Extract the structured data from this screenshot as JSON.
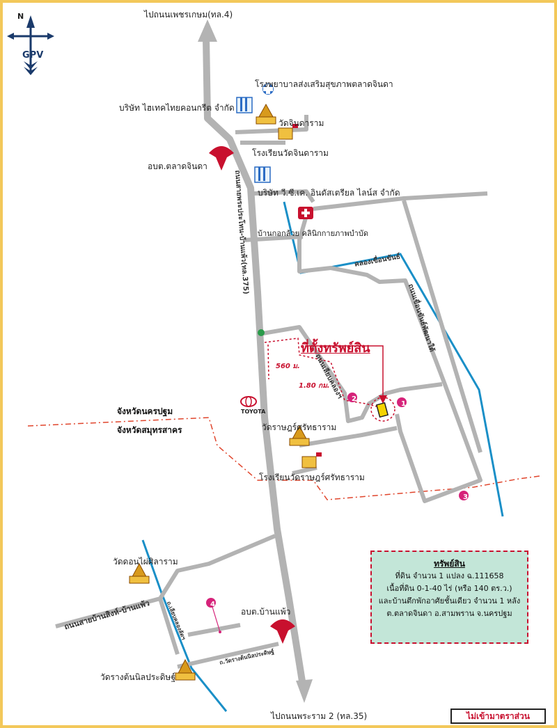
{
  "compass": {
    "north_label": "N",
    "brand": "GPV"
  },
  "top_direction": "ไปถนนเพชรเกษม(ทล.4)",
  "bottom_direction": "ไปถนนพระราม 2 (ทล.35)",
  "places": {
    "hospital": "โรงพยาบาลส่งเสริมสุขภาพตลาดจินดา",
    "hitech": "บริษัท ไฮเทคไทยคอนกรีต จำกัด",
    "wat_jinda": "วัดจินดาราม",
    "school_jinda": "โรงเรียนวัดจินดาราม",
    "obt_talad": "อบต.ตลาดจินดา",
    "vck": "บริษัท วี.ซี.เค. อินดัสเตรียล ไลน์ส จำกัด",
    "clinic": "บ้านกอกล้วย คลินิกกายภาพบำบัด",
    "wat_rat": "วัดราษฎร์ศรัทธาราม",
    "school_rat": "โรงเรียนวัดราษฎร์ศรัทธาราม",
    "wat_don": "วัดดอนไผ่ศิลาราม",
    "obt_ban": "อบต.บ้านแพ้ว",
    "wat_rang": "วัดรางต้นนิลประดิษฐ์",
    "toyota": "TOYOTA"
  },
  "roads": {
    "main": "ถนนสายพระประโทน-บ้านแพ้ว(ทล.375)",
    "canal": "คลองเขื่อนขันธ์",
    "canal_road": "ถนนเขื่อนขันธ์พัฒนาใต้",
    "side": "ถนนเลียบคลองฯ",
    "ban_sing": "ถนนสายบ้านสิงห์-บ้านแพ้ว",
    "small1": "ถ.เลียบคลองลัดฯ",
    "small2": "ถ.วัดรางต้นนิลประดิษฐ์"
  },
  "target_label": "ที่ตั้งทรัพย์สิน",
  "distance1": "560 ม.",
  "distance2": "1.80 กม.",
  "province_north": "จังหวัดนครปฐม",
  "province_south": "จังหวัดสมุทรสาคร",
  "markers": [
    "1",
    "2",
    "3",
    "4"
  ],
  "info": {
    "title": "ทรัพย์สิน",
    "line1": "ที่ดิน จำนวน 1 แปลง ฉ.111658",
    "line2": "เนื้อที่ดิน 0-1-40 ไร่ (หรือ 140 ตร.ว.)",
    "line3": "และบ้านตึกพักอาศัยชั้นเดียว จำนวน 1 หลัง",
    "line4": "ต.ตลาดจินดา อ.สามพราน จ.นครปฐม"
  },
  "scale_note": "ไม่เข้ามาตราส่วน",
  "colors": {
    "road": "#b3b3b3",
    "canal": "#1a8fc7",
    "accent": "#c8102e",
    "marker": "#d6237a",
    "frame": "#f3c85a",
    "info_bg": "#c3e6d8"
  }
}
